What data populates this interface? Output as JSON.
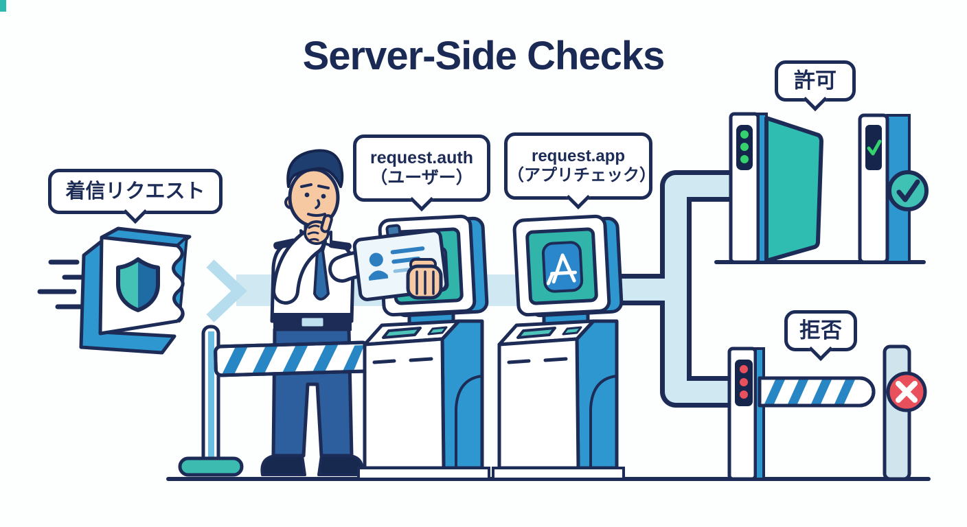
{
  "title": "Server-Side Checks",
  "bubbles": {
    "incoming_request": {
      "label": "着信リクエスト"
    },
    "request_auth": {
      "line1": "request.auth",
      "line2": "（ユーザー）"
    },
    "request_app": {
      "line1": "request.app",
      "line2": "（アプリチェック）"
    },
    "allow": {
      "label": "許可"
    },
    "deny": {
      "label": "拒否"
    }
  },
  "icons": {
    "incoming_request": "shield-ticket-icon",
    "flow": "arrow-right-icon",
    "auth_kiosk_screen": "id-badge-icon",
    "app_kiosk_screen": "app-store-icon",
    "allow_gate": "check-circle-icon",
    "allow_gate_lights": "green-lights-icon",
    "deny_gate": "x-circle-icon",
    "deny_gate_lights": "red-lights-icon"
  },
  "colors": {
    "outline_navy": "#1d2b57",
    "accent_blue": "#2e97cf",
    "teal": "#2fb9ae",
    "flow_light_blue": "#cfe8f2",
    "allow_green": "#35d16f",
    "deny_red": "#e8505b"
  }
}
